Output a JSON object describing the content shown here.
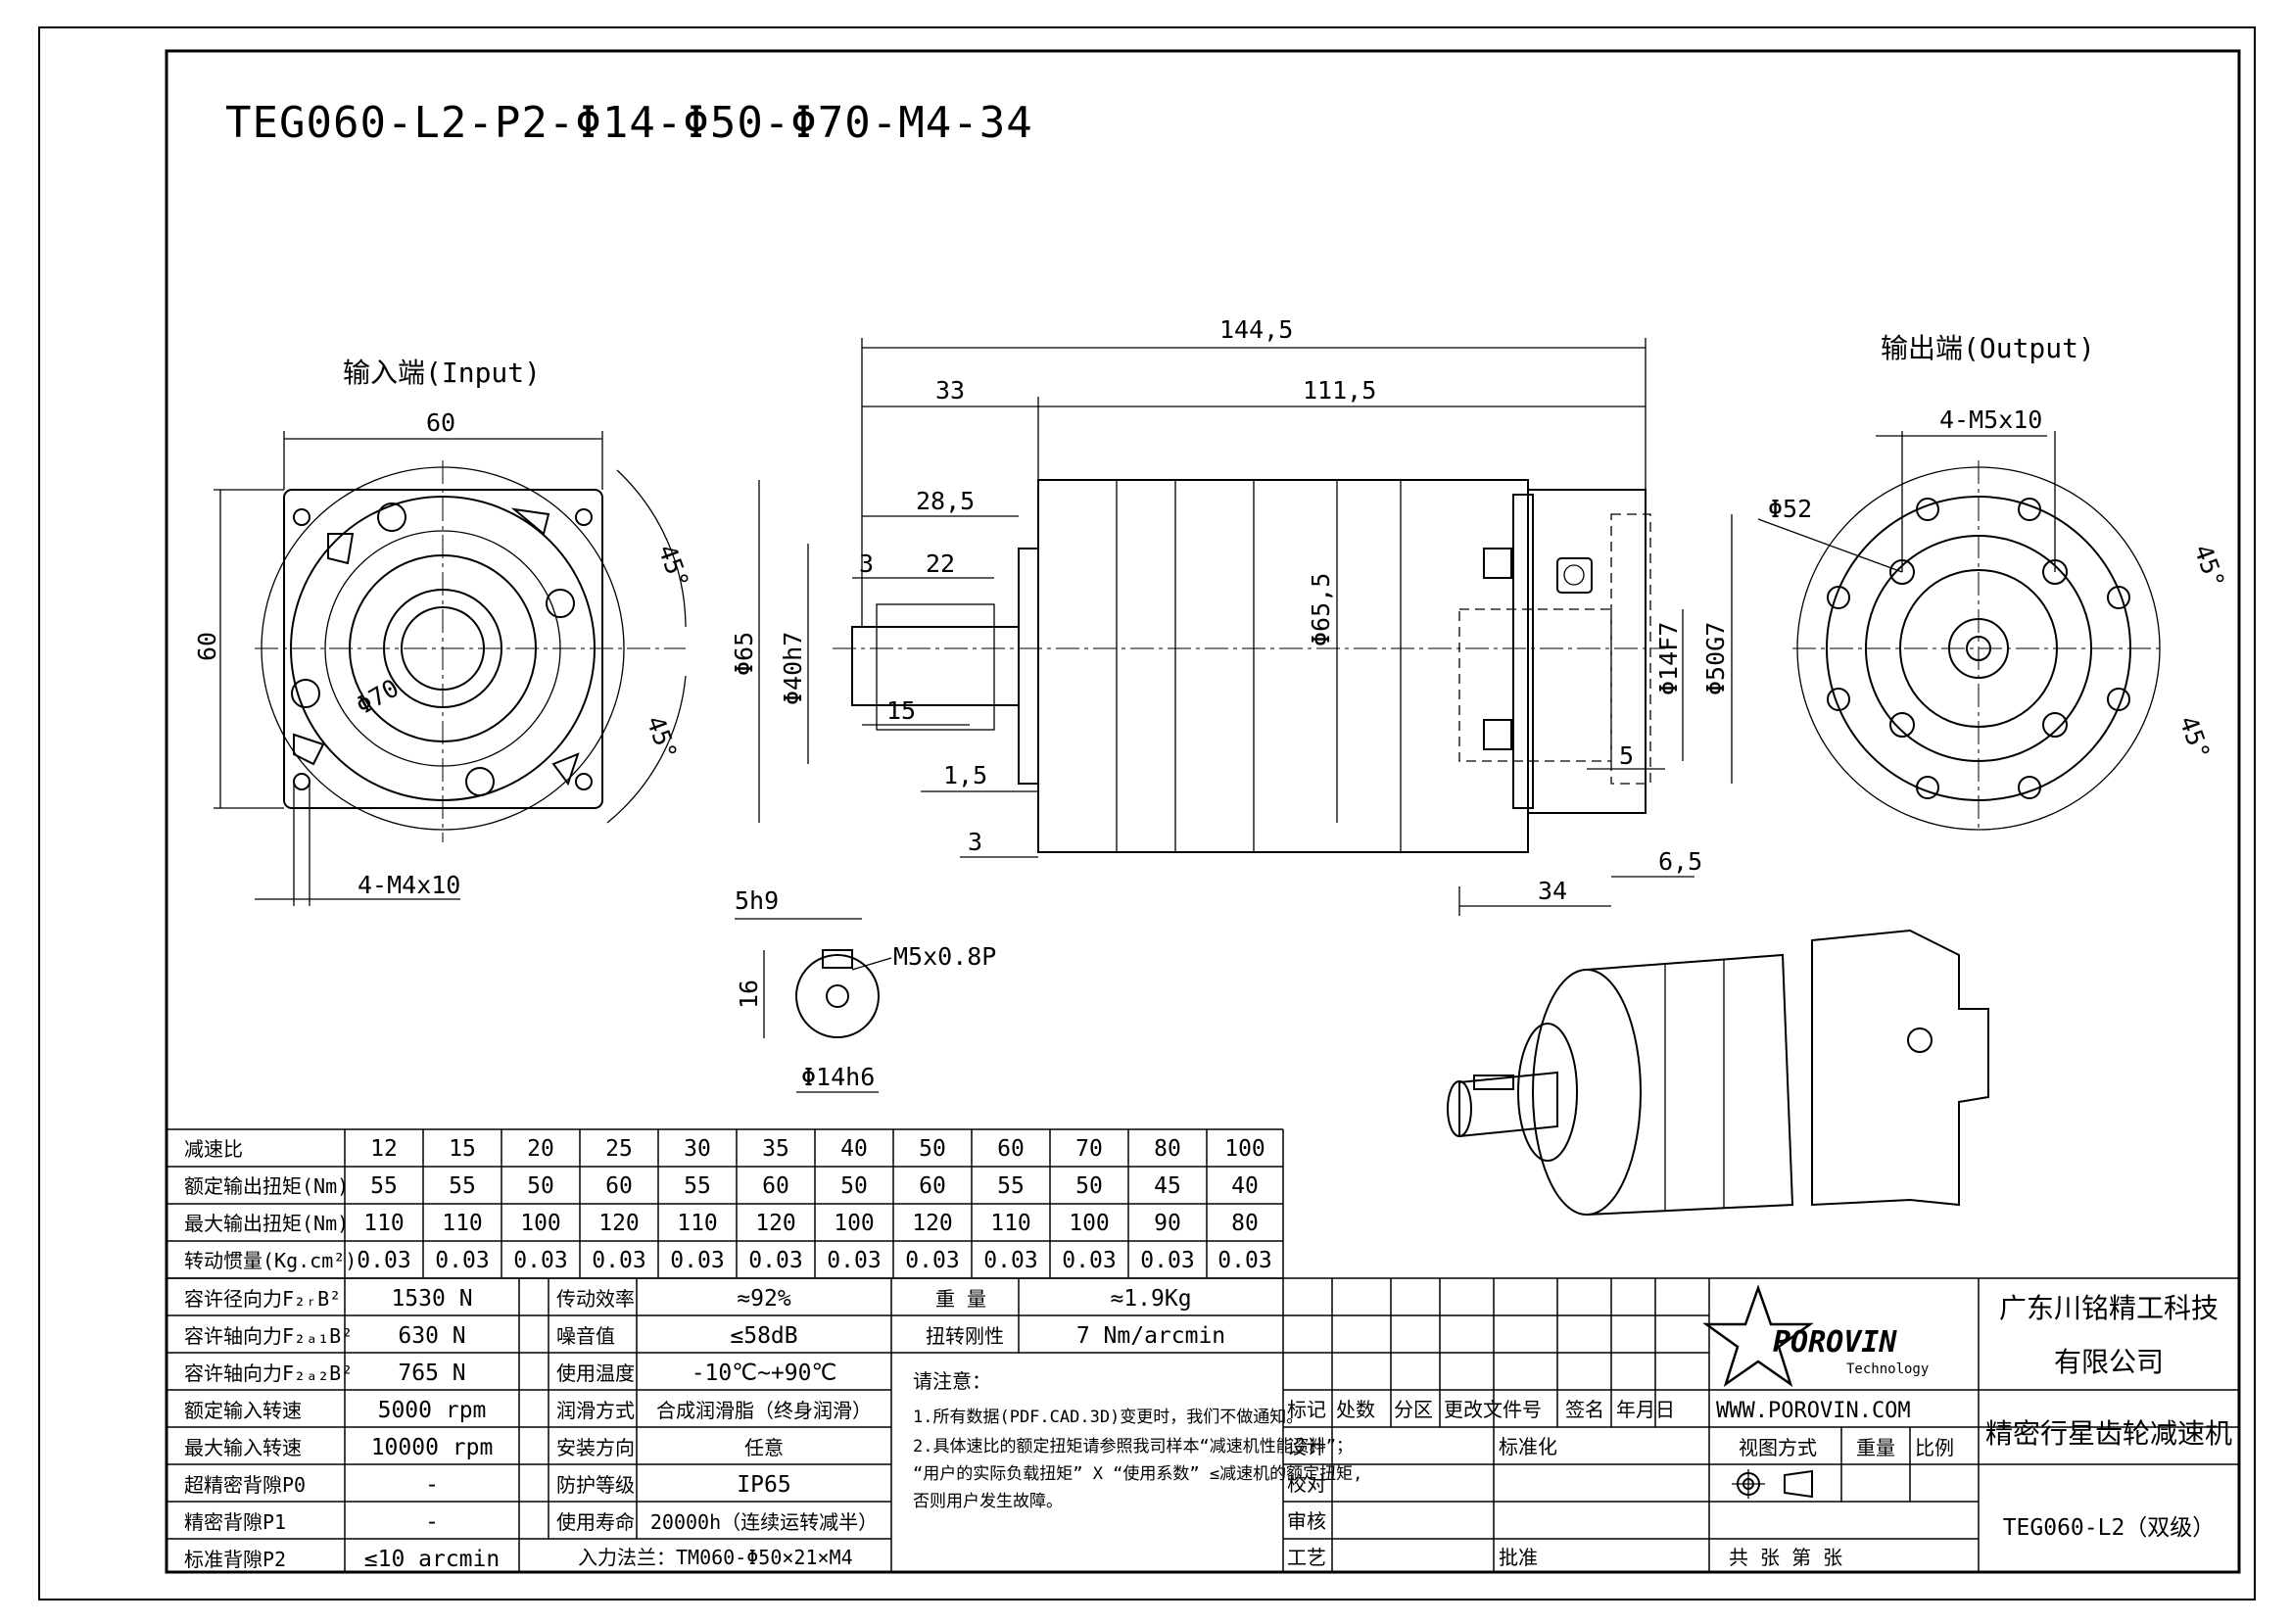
{
  "title": "TEG060-L2-P2-Φ14-Φ50-Φ70-M4-34",
  "views": {
    "input_label": "输入端(Input)",
    "output_label": "输出端(Output)"
  },
  "dims": {
    "in_w": "60",
    "in_h": "60",
    "in_pcd": "Φ70",
    "in_holes": "4-M4x10",
    "in_a1": "45°",
    "in_a2": "45°",
    "total": "144,5",
    "d33": "33",
    "d111": "111,5",
    "d285": "28,5",
    "d3a": "3",
    "d22": "22",
    "d15": "15",
    "d15b": "1,5",
    "d3b": "3",
    "d65": "Φ65",
    "d40": "Φ40h7",
    "d655": "Φ65,5",
    "d14": "Φ14F7",
    "d50": "Φ50G7",
    "d5": "5",
    "d34": "34",
    "d65b": "6,5",
    "out_holes": "4-M5x10",
    "out_d52": "Φ52",
    "out_a1": "45°",
    "out_a2": "45°",
    "shaft_key": "5h9",
    "shaft_16": "16",
    "shaft_thread": "M5x0.8P",
    "shaft_d": "Φ14h6"
  },
  "ratio_table": {
    "headers": [
      "减速比",
      "12",
      "15",
      "20",
      "25",
      "30",
      "35",
      "40",
      "50",
      "60",
      "70",
      "80",
      "100"
    ],
    "rows": [
      [
        "额定输出扭矩(Nm)",
        "55",
        "55",
        "50",
        "60",
        "55",
        "60",
        "50",
        "60",
        "55",
        "50",
        "45",
        "40"
      ],
      [
        "最大输出扭矩(Nm)",
        "110",
        "110",
        "100",
        "120",
        "110",
        "120",
        "100",
        "120",
        "110",
        "100",
        "90",
        "80"
      ],
      [
        "转动惯量(Kg.cm²)",
        "0.03",
        "0.03",
        "0.03",
        "0.03",
        "0.03",
        "0.03",
        "0.03",
        "0.03",
        "0.03",
        "0.03",
        "0.03",
        "0.03"
      ]
    ]
  },
  "spec_left": [
    [
      "容许径向力F₂ᵣB²",
      "1530 N"
    ],
    [
      "容许轴向力F₂ₐ₁B²",
      "630 N"
    ],
    [
      "容许轴向力F₂ₐ₂B²",
      "765 N"
    ],
    [
      "额定输入转速",
      "5000 rpm"
    ],
    [
      "最大输入转速",
      "10000 rpm"
    ],
    [
      "超精密背隙P0",
      "-"
    ],
    [
      "精密背隙P1",
      "-"
    ],
    [
      "标准背隙P2",
      "≤10 arcmin"
    ]
  ],
  "spec_mid": [
    [
      "传动效率",
      "≈92%"
    ],
    [
      "噪音值",
      "≤58dB"
    ],
    [
      "使用温度",
      "-10℃~+90℃"
    ],
    [
      "润滑方式",
      "合成润滑脂（终身润滑）"
    ],
    [
      "安装方向",
      "任意"
    ],
    [
      "防护等级",
      "IP65"
    ],
    [
      "使用寿命",
      "20000h（连续运转减半）"
    ]
  ],
  "input_flange": "入力法兰：TM060-Φ50×21×M4",
  "spec_weight": [
    [
      "重 量",
      "≈1.9Kg"
    ],
    [
      "扭转刚性",
      "7 Nm/arcmin"
    ]
  ],
  "notes": {
    "head": "请注意：",
    "l1": "1.所有数据(PDF.CAD.3D)变更时，我们不做通知。",
    "l2": "2.具体速比的额定扭矩请参照我司样本“减速机性能资料”；",
    "l3": "“用户的实际负载扭矩” X “使用系数” ≤减速机的额定扭矩,",
    "l4": "否则用户发生故障。"
  },
  "revision": {
    "mark": "标记",
    "count": "处数",
    "zone": "分区",
    "docno": "更改文件号",
    "sign": "签名",
    "date": "年月日",
    "design": "设计",
    "std": "标准化",
    "check": "校对",
    "review": "审核",
    "craft": "工艺",
    "approve": "批准"
  },
  "company": {
    "logo": "POROVIN",
    "logo_sub": "Technology",
    "url": "WWW.POROVIN.COM",
    "name1": "广东川铭精工科技",
    "name2": "有限公司",
    "product": "精密行星齿轮减速机",
    "view_method": "视图方式",
    "weight": "重量",
    "scale": "比例",
    "model": "TEG060-L2（双级）",
    "sheets": "共  张 第  张"
  }
}
